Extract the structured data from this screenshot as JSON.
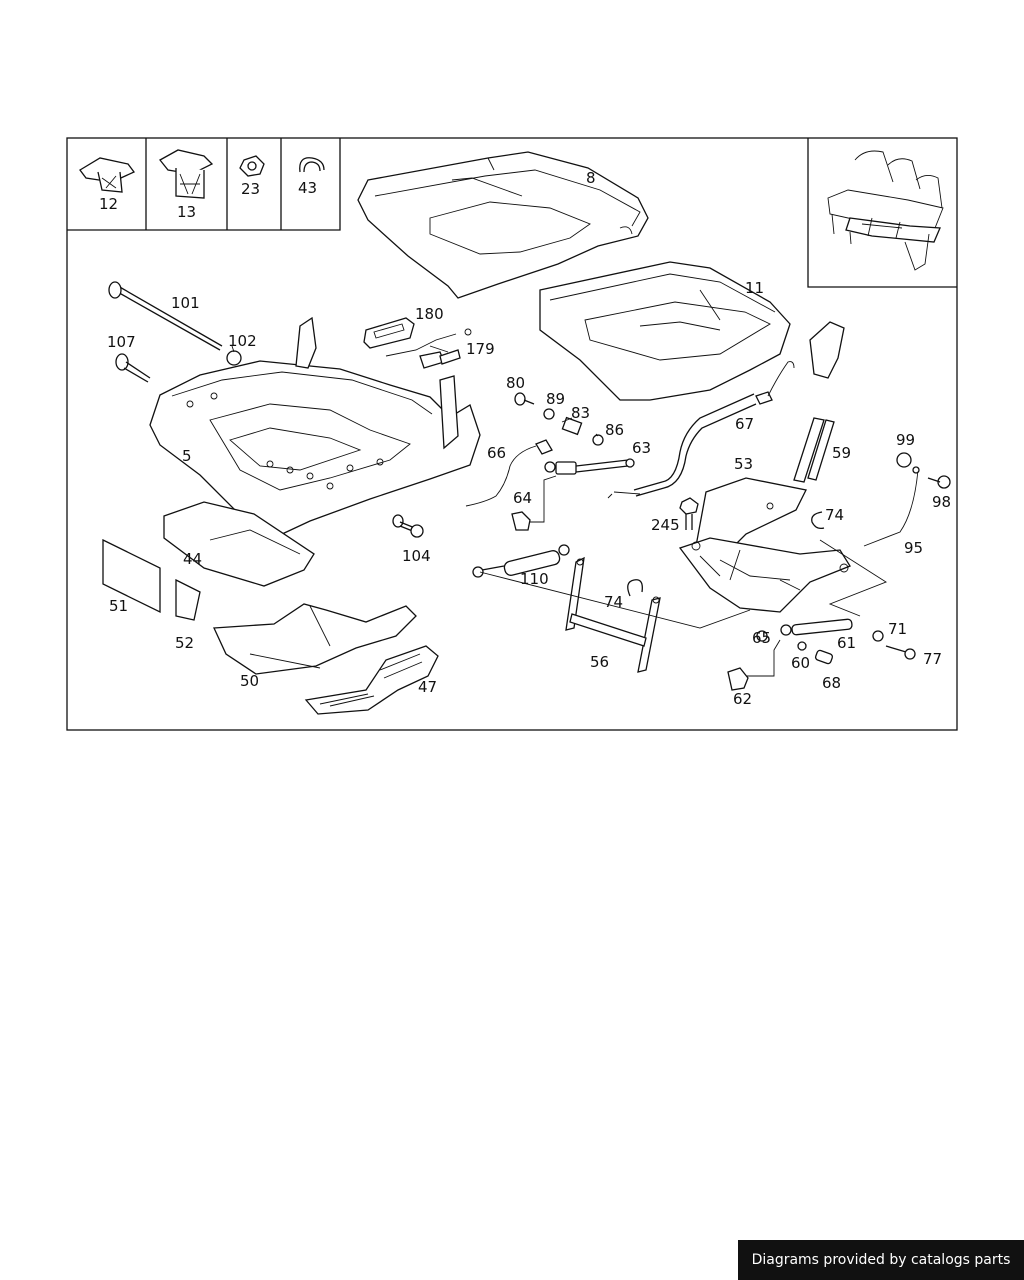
{
  "callouts": {
    "c12": "12",
    "c13": "13",
    "c23": "23",
    "c43": "43",
    "c8": "8",
    "c11": "11",
    "c101": "101",
    "c102": "102",
    "c107": "107",
    "c180": "180",
    "c179": "179",
    "c5": "5",
    "c80": "80",
    "c89": "89",
    "c83": "83",
    "c86": "86",
    "c63": "63",
    "c66": "66",
    "c64": "64",
    "c67": "67",
    "c59": "59",
    "c99": "99",
    "c98": "98",
    "c53": "53",
    "c74a": "74",
    "c245": "245",
    "c95": "95",
    "c104": "104",
    "c44": "44",
    "c51": "51",
    "c52": "52",
    "c110": "110",
    "c74b": "74",
    "c56": "56",
    "c65": "65",
    "c61": "61",
    "c71": "71",
    "c77": "77",
    "c60": "60",
    "c68": "68",
    "c62": "62",
    "c50": "50",
    "c47": "47"
  },
  "footer": {
    "credit": "Diagrams provided by catalogs parts"
  }
}
